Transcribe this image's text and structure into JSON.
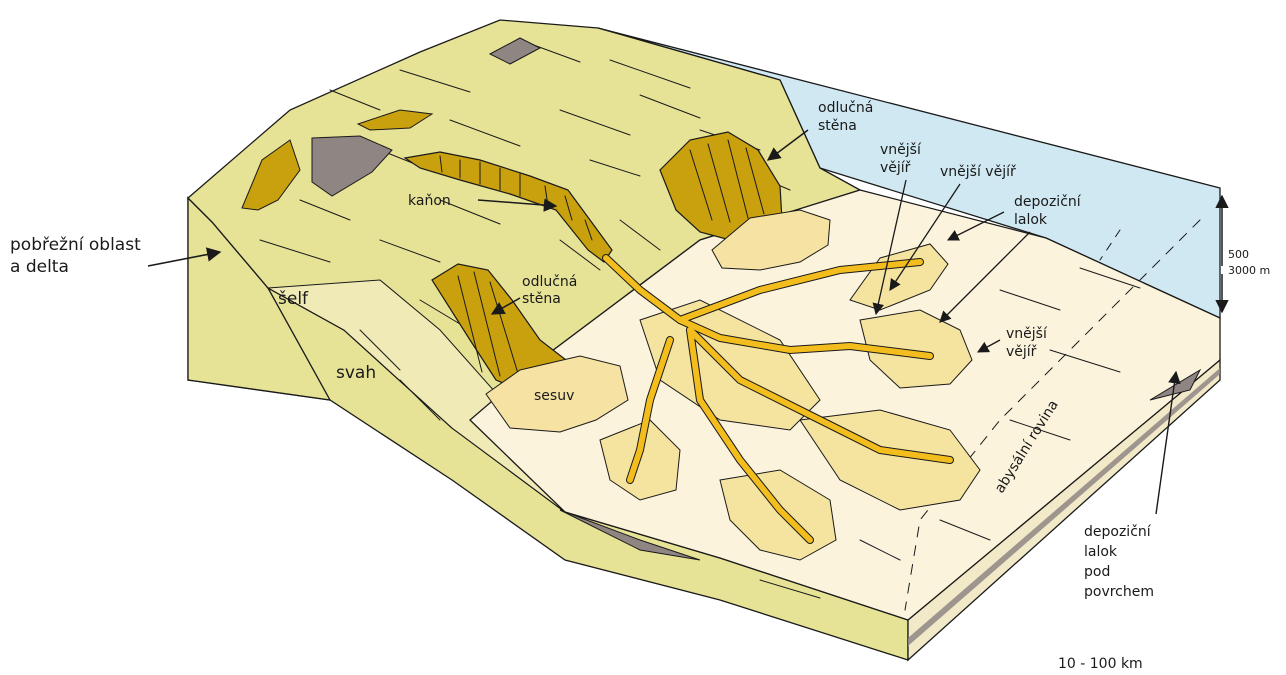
{
  "labels": {
    "coast": [
      "pobřežní oblast",
      "a delta"
    ],
    "shelf": "šelf",
    "slope": "svah",
    "canyon": "kaňon",
    "scarp_top": [
      "odlučná",
      "stěna"
    ],
    "scarp_bottom": [
      "odlučná",
      "stěna"
    ],
    "slide": "sesuv",
    "outer_fan_a": [
      "vnější",
      "vějíř"
    ],
    "outer_fan_b": "vnější vějíř",
    "lobe_top": [
      "depoziční",
      "lalok"
    ],
    "outer_fan_right": [
      "vnější",
      "vějíř"
    ],
    "abyssal": "abysální rovina",
    "buried_lobe": [
      "depoziční",
      "lalok",
      "pod",
      "povrchem"
    ],
    "depth_scale": [
      "500",
      "3000 m"
    ],
    "horizontal_scale": "10 - 100 km"
  },
  "colors": {
    "land": "#e6e296",
    "land_shade": "#d8d484",
    "slope": "#f0ebb6",
    "plain": "#fbf3dc",
    "sea": "#cfe8f2",
    "canyon_fill": "#c9a00e",
    "channel": "#f2bd1d",
    "lobe": "#f5e3a0",
    "slide_fill": "#f6e3a4",
    "rock": "#8f8684",
    "ink": "#1a1a1a"
  }
}
